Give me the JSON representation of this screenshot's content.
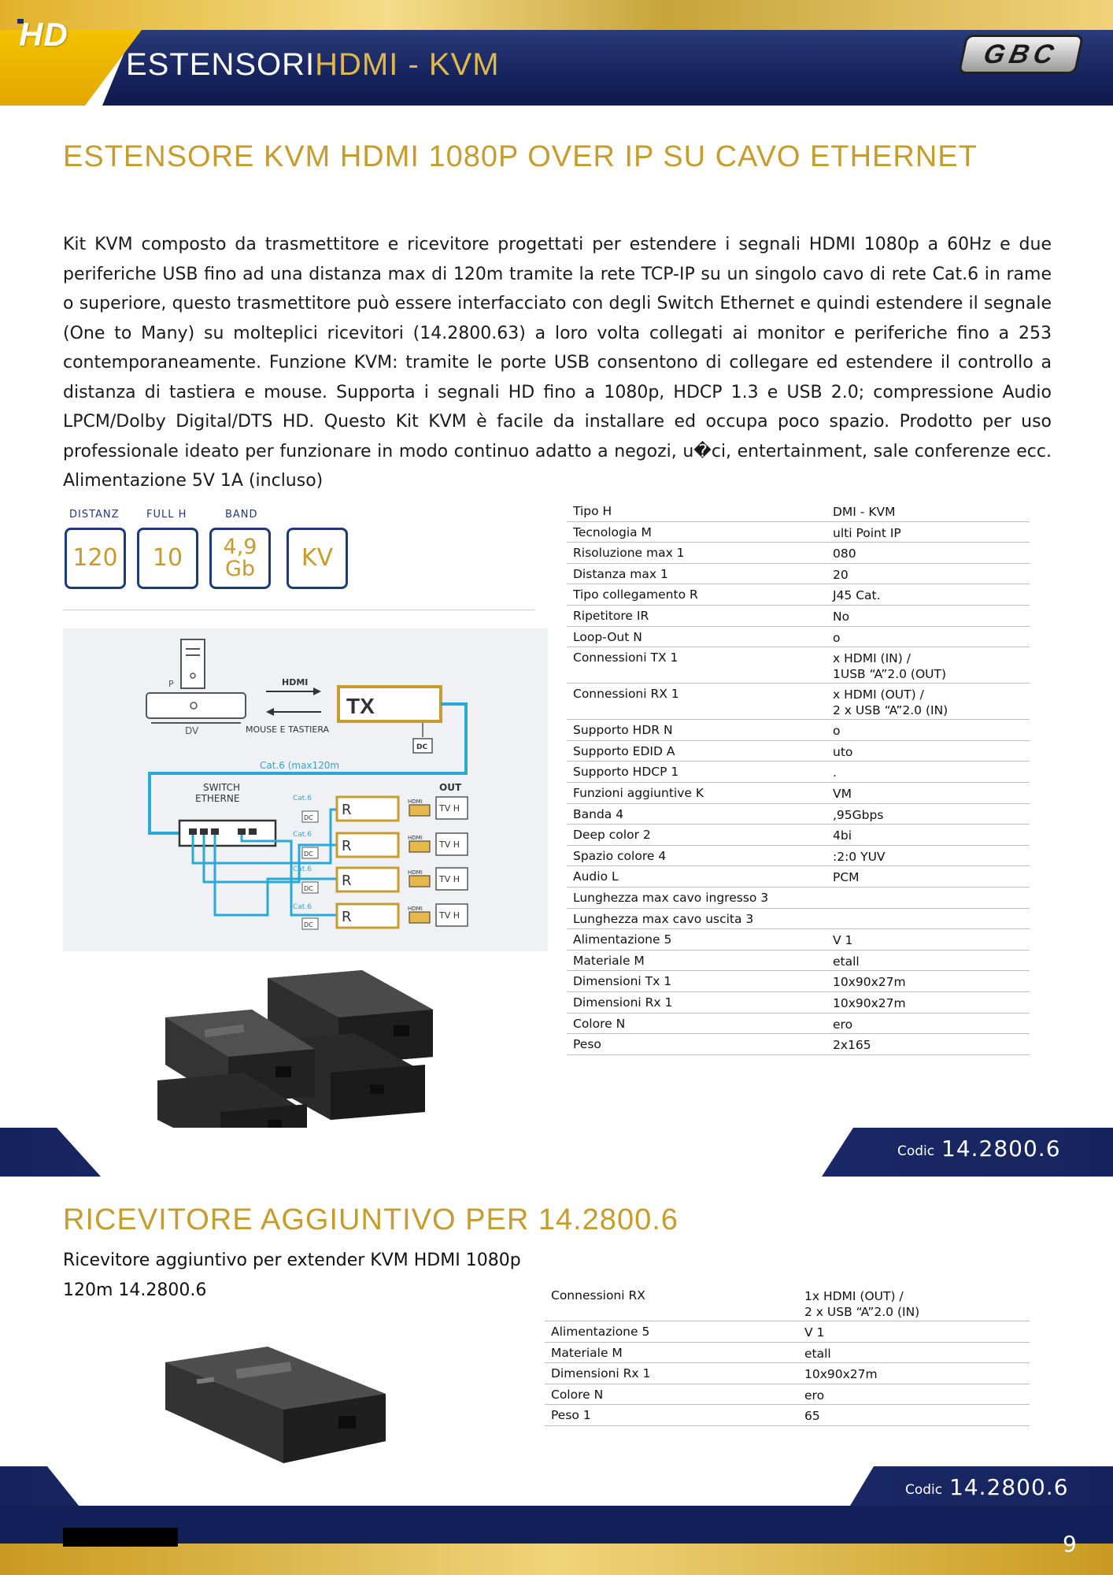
{
  "header": {
    "hd_logo": "HD",
    "title_main": "ESTENSORI",
    "title_accent": "HDMI - KVM",
    "brand_logo": "GBC"
  },
  "section1": {
    "title": "ESTENSORE KVM HDMI 1080P OVER IP SU CAVO ETHERNET",
    "description": "Kit KVM composto da trasmettitore e ricevitore progettati per estendere i segnali HDMI 1080p a 60Hz e due periferiche USB fino ad una distanza max di 120m tramite la rete TCP-IP su un singolo cavo di rete Cat.6 in rame o superiore, questo trasmettitore può essere interfacciato con degli Switch Ethernet e quindi estendere il segnale (One to Many) su molteplici ricevitori (14.2800.63) a loro volta collegati ai monitor e periferiche fino a 253 contemporaneamente. Funzione KVM: tramite le porte USB consentono di collegare ed estendere il controllo a distanza di tastiera e mouse. Supporta i segnali HD fino a 1080p, HDCP 1.3 e USB 2.0; compressione Audio LPCM/Dolby Digital/DTS HD. Questo Kit KVM è facile da installare ed occupa poco spazio. Prodotto per uso professionale ideato per funzionare in modo continuo adatto a negozi, u�ci, entertainment, sale conferenze ecc. Alimentazione 5V 1A (incluso)",
    "badges": [
      {
        "label": "DISTANZ",
        "value": "120"
      },
      {
        "label": "FULL H",
        "value": "10"
      },
      {
        "label": "BAND",
        "value": "4,9\nGb"
      },
      {
        "label": "",
        "value": "KV"
      }
    ],
    "diagram": {
      "source_label": "DV",
      "small_label": "P",
      "hdmi_label": "HDMI",
      "mouse_label": "MOUSE E TASTIERA",
      "tx_label": "TX",
      "dc_label": "DC",
      "cable_label": "Cat.6 (max120m",
      "switch_label_1": "SWITCH",
      "switch_label_2": "ETHERNE",
      "out_label": "OUT",
      "cat_label": "Cat.6",
      "rx_label": "R",
      "hdmi_small": "HDMI",
      "tv_labels": [
        "TV H",
        "TV H",
        "TV H",
        "TV H"
      ]
    },
    "specs": [
      {
        "k": "Tipo H",
        "v": "DMI - KVM"
      },
      {
        "k": "Tecnologia M",
        "v": "ulti Point IP"
      },
      {
        "k": "Risoluzione max 1",
        "v": "080"
      },
      {
        "k": "Distanza max 1",
        "v": "20"
      },
      {
        "k": "Tipo collegamento R",
        "v": "J45 Cat."
      },
      {
        "k": "Ripetitore IR",
        "v": "No"
      },
      {
        "k": "Loop-Out N",
        "v": "o"
      },
      {
        "k": "Connessioni TX 1",
        "v": "x HDMI (IN) /\n1USB “A”2.0 (OUT)"
      },
      {
        "k": "Connessioni RX 1",
        "v": "x HDMI (OUT) /\n2 x USB “A”2.0 (IN)"
      },
      {
        "k": "Supporto HDR N",
        "v": "o"
      },
      {
        "k": "Supporto EDID A",
        "v": "uto"
      },
      {
        "k": "Supporto HDCP 1",
        "v": "."
      },
      {
        "k": "Funzioni aggiuntive K",
        "v": "VM"
      },
      {
        "k": "Banda 4",
        "v": ",95Gbps"
      },
      {
        "k": "Deep color 2",
        "v": "4bi"
      },
      {
        "k": "Spazio colore 4",
        "v": ":2:0 YUV"
      },
      {
        "k": "Audio L",
        "v": "PCM"
      },
      {
        "k": "Lunghezza max cavo ingresso 3",
        "v": ""
      },
      {
        "k": "Lunghezza max cavo uscita 3",
        "v": ""
      },
      {
        "k": "Alimentazione 5",
        "v": "V 1"
      },
      {
        "k": "Materiale M",
        "v": "etall"
      },
      {
        "k": "Dimensioni Tx 1",
        "v": "10x90x27m"
      },
      {
        "k": "Dimensioni Rx 1",
        "v": "10x90x27m"
      },
      {
        "k": "Colore N",
        "v": "ero"
      },
      {
        "k": "Peso",
        "v": "2x165"
      }
    ],
    "code_label": "Codic",
    "code_value": "14.2800.6"
  },
  "section2": {
    "title": "RICEVITORE AGGIUNTIVO PER 14.2800.6",
    "subtitle_line1": "Ricevitore aggiuntivo per extender KVM HDMI 1080p",
    "subtitle_line2": "120m 14.2800.6",
    "specs": [
      {
        "k": "Connessioni RX",
        "v": "1x HDMI (OUT) /\n2 x USB “A”2.0 (IN)"
      },
      {
        "k": "Alimentazione 5",
        "v": "V 1"
      },
      {
        "k": "Materiale M",
        "v": "etall"
      },
      {
        "k": "Dimensioni Rx 1",
        "v": "10x90x27m"
      },
      {
        "k": "Colore N",
        "v": "ero"
      },
      {
        "k": "Peso 1",
        "v": "65"
      }
    ],
    "code_label": "Codic",
    "code_value": "14.2800.6"
  },
  "footer": {
    "page_number": "9"
  },
  "colors": {
    "navy": "#16245e",
    "gold": "#c69c2e",
    "cable_blue": "#29a9d6"
  }
}
